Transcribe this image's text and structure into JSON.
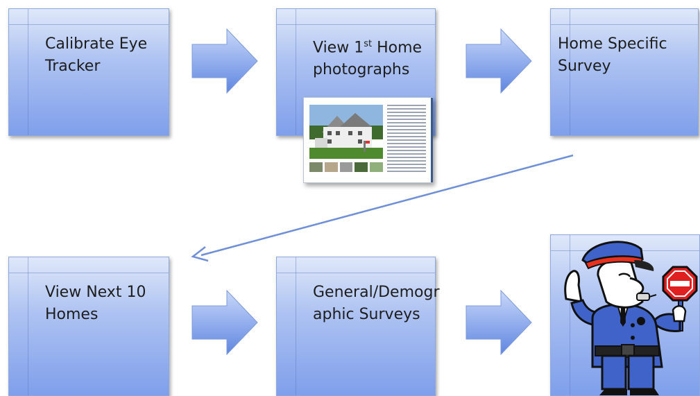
{
  "steps": [
    {
      "id": "calibrate",
      "label": "Calibrate Eye\nTracker"
    },
    {
      "id": "view-first",
      "label_pre": "View 1",
      "label_sup": "st",
      "label_post": " Home\nphotographs"
    },
    {
      "id": "home-survey",
      "label": "Home Specific\nSurvey"
    },
    {
      "id": "view-next",
      "label": "View Next 10\nHomes"
    },
    {
      "id": "general",
      "label": "General/Demogr\naphic Surveys"
    },
    {
      "id": "end",
      "image": "stop-officer-illustration"
    }
  ],
  "icons": {
    "flow_arrow": "right-block-arrow-icon",
    "return_arrow": "diagonal-return-arrow-icon",
    "listing": "home-listing-thumbnail",
    "stop": "stop-sign-icon"
  },
  "colors": {
    "box_top": "#dfe8fa",
    "box_bottom": "#7f9feb",
    "arrow": "#6f95e6",
    "officer_uniform": "#3f63c8",
    "stop_red": "#e02020",
    "return_line": "#6f8fd8"
  }
}
